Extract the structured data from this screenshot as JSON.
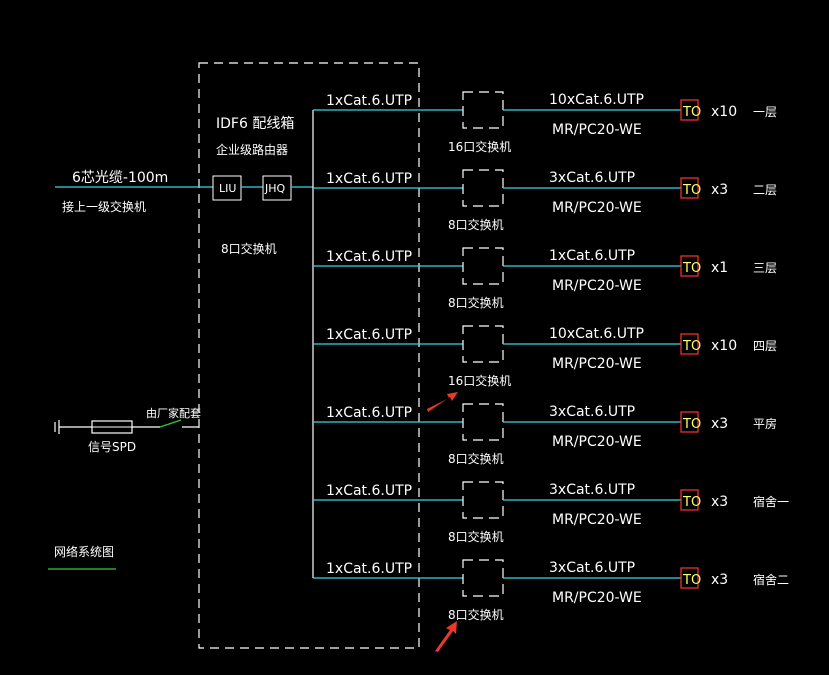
{
  "title": "网络系统图",
  "cabinet": {
    "name": "IDF6 配线箱",
    "router": "企业级路由器",
    "switch": "8口交换机",
    "liu": "LIU",
    "jhq": "JHQ"
  },
  "incoming": {
    "cable": "6芯光缆-100m",
    "source": "接上一级交换机"
  },
  "spd": {
    "label": "信号SPD",
    "breaker": "由厂家配套"
  },
  "branches": [
    {
      "uplink": "1xCat.6.UTP",
      "switch": "16口交换机",
      "cable": "10xCat.6.UTP",
      "conduit": "MR/PC20-WE",
      "to": "TO",
      "count": "x10",
      "area": "一层"
    },
    {
      "uplink": "1xCat.6.UTP",
      "switch": "8口交换机",
      "cable": "3xCat.6.UTP",
      "conduit": "MR/PC20-WE",
      "to": "TO",
      "count": "x3",
      "area": "二层"
    },
    {
      "uplink": "1xCat.6.UTP",
      "switch": "8口交换机",
      "cable": "1xCat.6.UTP",
      "conduit": "MR/PC20-WE",
      "to": "TO",
      "count": "x1",
      "area": "三层"
    },
    {
      "uplink": "1xCat.6.UTP",
      "switch": "16口交换机",
      "cable": "10xCat.6.UTP",
      "conduit": "MR/PC20-WE",
      "to": "TO",
      "count": "x10",
      "area": "四层"
    },
    {
      "uplink": "1xCat.6.UTP",
      "switch": "8口交换机",
      "cable": "3xCat.6.UTP",
      "conduit": "MR/PC20-WE",
      "to": "TO",
      "count": "x3",
      "area": "平房"
    },
    {
      "uplink": "1xCat.6.UTP",
      "switch": "8口交换机",
      "cable": "3xCat.6.UTP",
      "conduit": "MR/PC20-WE",
      "to": "TO",
      "count": "x3",
      "area": "宿舍一"
    },
    {
      "uplink": "1xCat.6.UTP",
      "switch": "8口交换机",
      "cable": "3xCat.6.UTP",
      "conduit": "MR/PC20-WE",
      "to": "TO",
      "count": "x3",
      "area": "宿舍二"
    }
  ],
  "colors": {
    "background": "#000000",
    "cable": "#33d6e6",
    "text": "#ffffff",
    "outlet_box": "#ff3333",
    "outlet_text": "#ffff66",
    "arrow": "#e8392b",
    "title_underline": "#33cc33"
  }
}
